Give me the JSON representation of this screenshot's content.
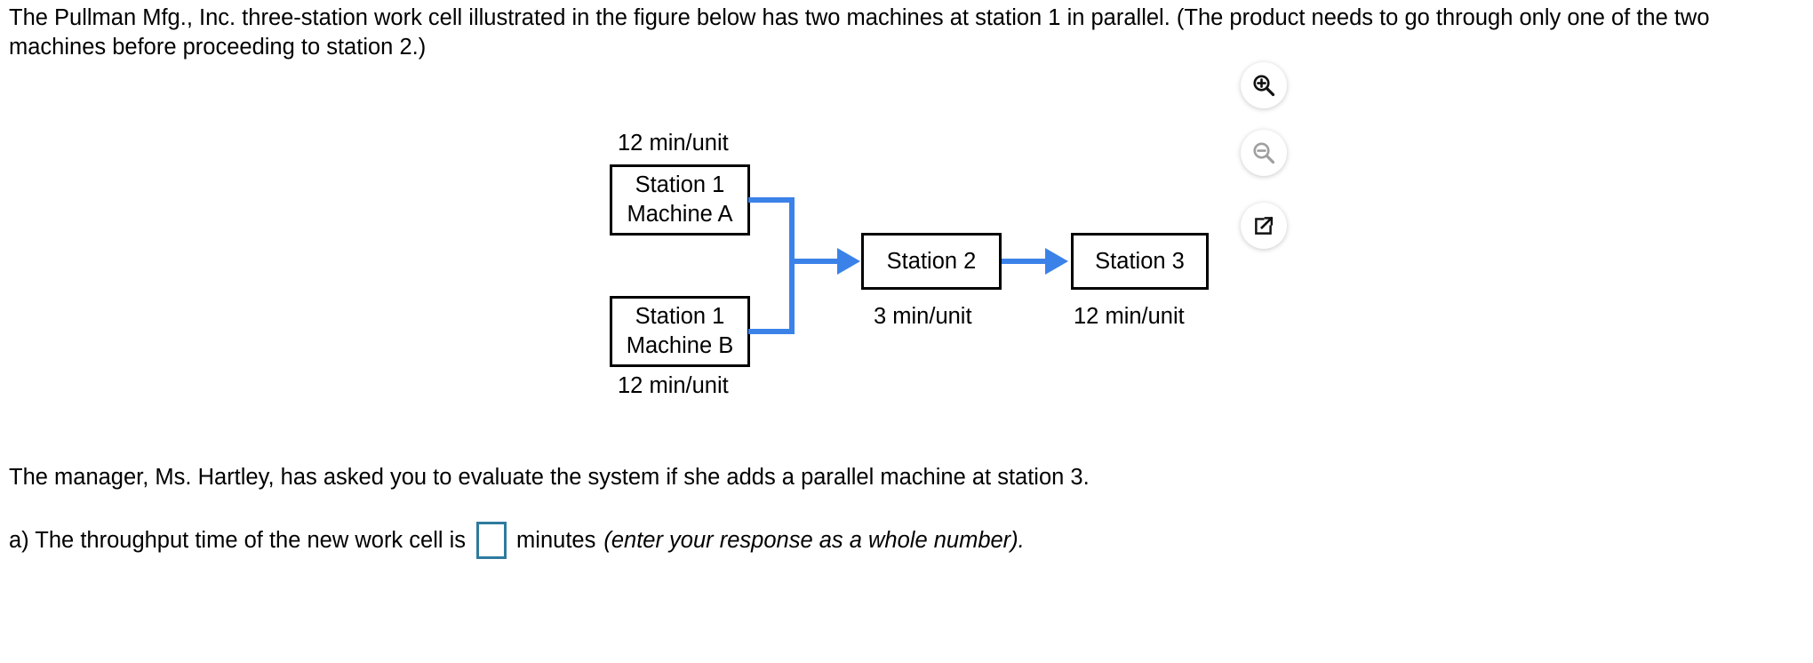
{
  "question": {
    "intro": "The Pullman Mfg., Inc. three-station work cell illustrated in the figure below has two machines at station 1 in parallel. (The product needs to go through only one of the two machines before proceeding to station 2.)",
    "manager_note": "The manager, Ms. Hartley, has asked you to evaluate the system if she adds a parallel machine at station 3.",
    "part_a_prefix": "a) The throughput time of the new work cell is",
    "part_a_unit": "minutes",
    "part_a_instruction": "(enter your response as a whole number).",
    "answer_value": "",
    "answer_placeholder": ""
  },
  "figure": {
    "nodes": [
      {
        "id": "machine-a",
        "line1": "Station 1",
        "line2": "Machine A",
        "time_label": "12 min/unit",
        "label_position": "above"
      },
      {
        "id": "machine-b",
        "line1": "Station 1",
        "line2": "Machine B",
        "time_label": "12 min/unit",
        "label_position": "below"
      },
      {
        "id": "station-2",
        "line1": "Station 2",
        "line2": "",
        "time_label": "3 min/unit",
        "label_position": "below"
      },
      {
        "id": "station-3",
        "line1": "Station 3",
        "line2": "",
        "time_label": "12 min/unit",
        "label_position": "below"
      }
    ],
    "connector_color": "#3b82e8",
    "node_border_color": "#000000"
  },
  "toolbar": {
    "zoom_in_label": "Zoom in",
    "zoom_out_label": "Zoom out",
    "popout_label": "Open in new window",
    "zoom_out_enabled": false
  },
  "colors": {
    "input_border": "#2e7b9e",
    "connector_blue": "#3b82e8",
    "text": "#000000",
    "background": "#ffffff"
  }
}
